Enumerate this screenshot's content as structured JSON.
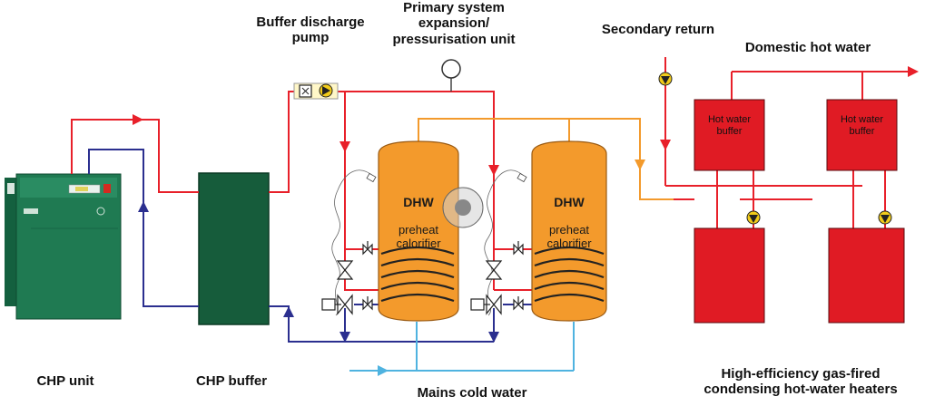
{
  "labels": {
    "buffer_pump": "Buffer discharge\npump",
    "expansion_unit": "Primary system\nexpansion/\npressurisation unit",
    "secondary_return": "Secondary return",
    "domestic_hot_water": "Domestic hot water",
    "chp_unit": "CHP unit",
    "chp_buffer": "CHP buffer",
    "mains_cold_water": "Mains cold water",
    "heaters": "High-efficiency gas-fired\ncondensing hot-water heaters"
  },
  "calorifiers": [
    {
      "title": "DHW",
      "subtitle": "preheat\ncalorifier"
    },
    {
      "title": "DHW",
      "subtitle": "preheat\ncalorifier"
    }
  ],
  "hw_buffers": [
    {
      "label": "Hot water\nbuffer"
    },
    {
      "label": "Hot water\nbuffer"
    }
  ],
  "colors": {
    "flow": "#e8202a",
    "return": "#2b2f8f",
    "cold": "#4fb3e0",
    "preheat": "#f39a2c",
    "chp_body": "#1f7a52",
    "buffer_body": "#165c3b",
    "calorifier": "#f39a2c",
    "heater": "#e01b24",
    "pump": "#f2cc1a"
  }
}
